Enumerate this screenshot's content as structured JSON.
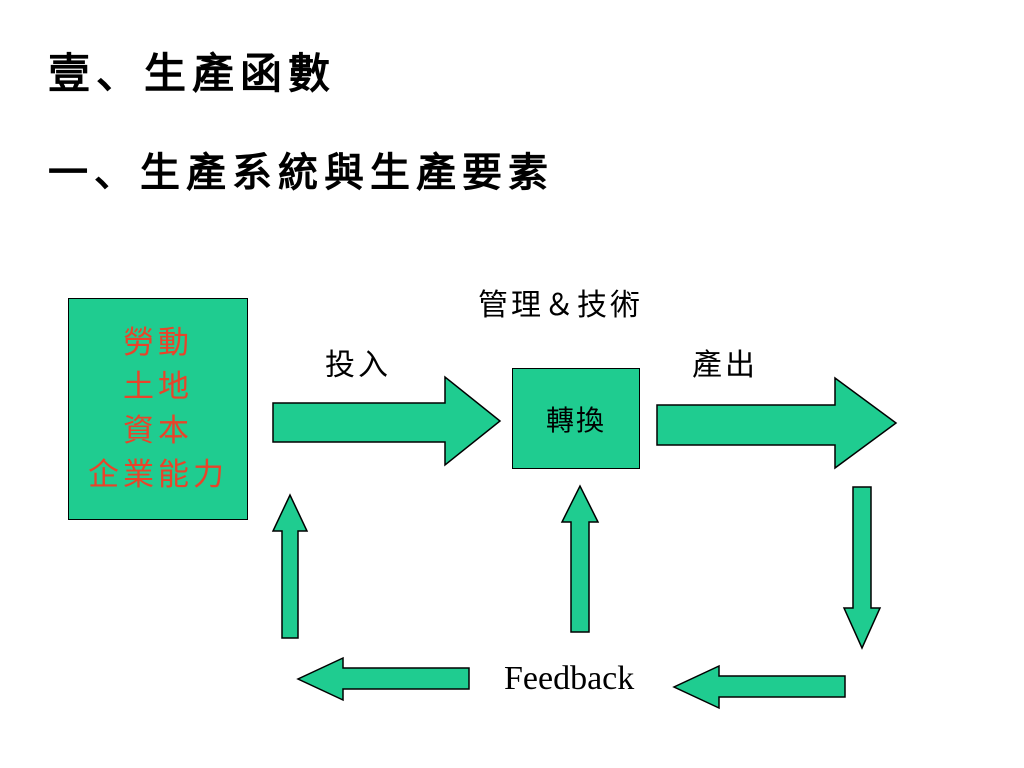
{
  "slide": {
    "title": "壹、生產函數",
    "subtitle": "一、生產系統與生產要素"
  },
  "diagram": {
    "inputs": [
      "勞動",
      "土地",
      "資本",
      "企業能力"
    ],
    "input_label": "投入",
    "transform": "轉換",
    "management_label": "管理＆技術",
    "output_label": "產出",
    "feedback": "Feedback"
  },
  "colors": {
    "box_fill": "#1fcc90",
    "input_text": "#e8442a"
  }
}
